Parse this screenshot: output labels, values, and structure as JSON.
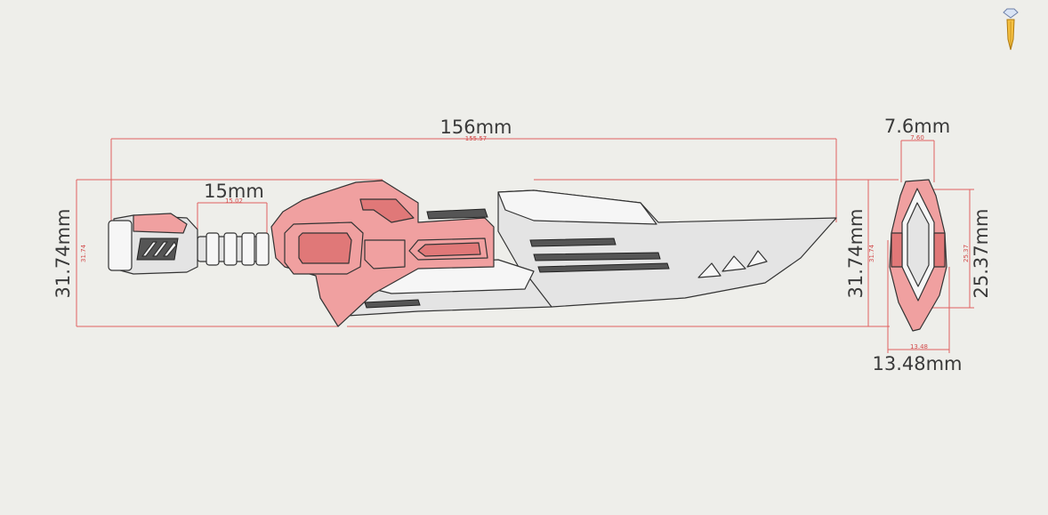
{
  "dimensions": {
    "overall_length": "156mm",
    "overall_length_small": "155.57",
    "grip_length": "15mm",
    "grip_length_small": "15.02",
    "left_height": "31.74mm",
    "left_height_small": "31.74",
    "right_height": "31.74mm",
    "right_height_small": "31.74",
    "end_width_top": "7.6mm",
    "end_width_top_small": "7.60",
    "end_height": "25.37mm",
    "end_height_small": "25.37",
    "end_width_bottom": "13.48mm",
    "end_width_bottom_small": "13.48"
  },
  "colors": {
    "background": "#eeeeea",
    "dimension_line": "#e06060",
    "part_highlight": "#f0a0a0",
    "part_body": "#e4e4e4"
  },
  "icons": {
    "corner": "gem-pen-icon"
  }
}
